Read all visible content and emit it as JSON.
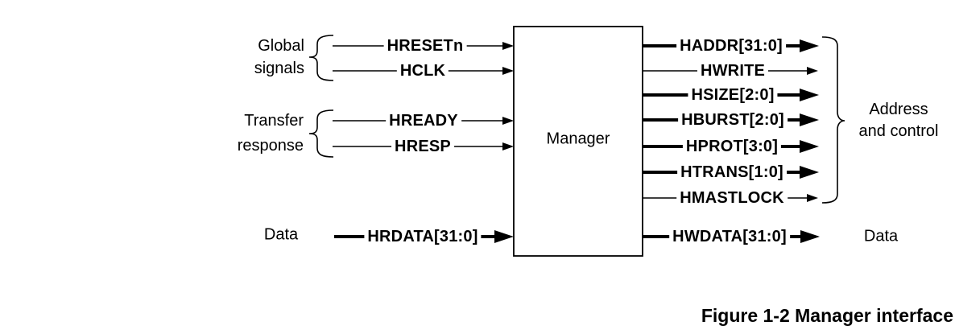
{
  "colors": {
    "line": "#000000",
    "background": "#ffffff",
    "text": "#000000"
  },
  "block": {
    "label": "Manager"
  },
  "inputs": {
    "global_group": {
      "label_line1": "Global",
      "label_line2": "signals",
      "signals": {
        "hresetn": "HRESETn",
        "hclk": "HCLK"
      }
    },
    "transfer_group": {
      "label_line1": "Transfer",
      "label_line2": "response",
      "signals": {
        "hready": "HREADY",
        "hresp": "HRESP"
      }
    },
    "data_group": {
      "label": "Data",
      "signals": {
        "hrdata": "HRDATA[31:0]"
      }
    }
  },
  "outputs": {
    "address_control_group": {
      "label_line1": "Address",
      "label_line2": "and control",
      "signals": {
        "haddr": "HADDR[31:0]",
        "hwrite": "HWRITE",
        "hsize": "HSIZE[2:0]",
        "hburst": "HBURST[2:0]",
        "hprot": "HPROT[3:0]",
        "htrans": "HTRANS[1:0]",
        "hmastlock": "HMASTLOCK"
      }
    },
    "data_group": {
      "label": "Data",
      "signals": {
        "hwdata": "HWDATA[31:0]"
      }
    }
  },
  "caption": "Figure 1-2 Manager interface"
}
